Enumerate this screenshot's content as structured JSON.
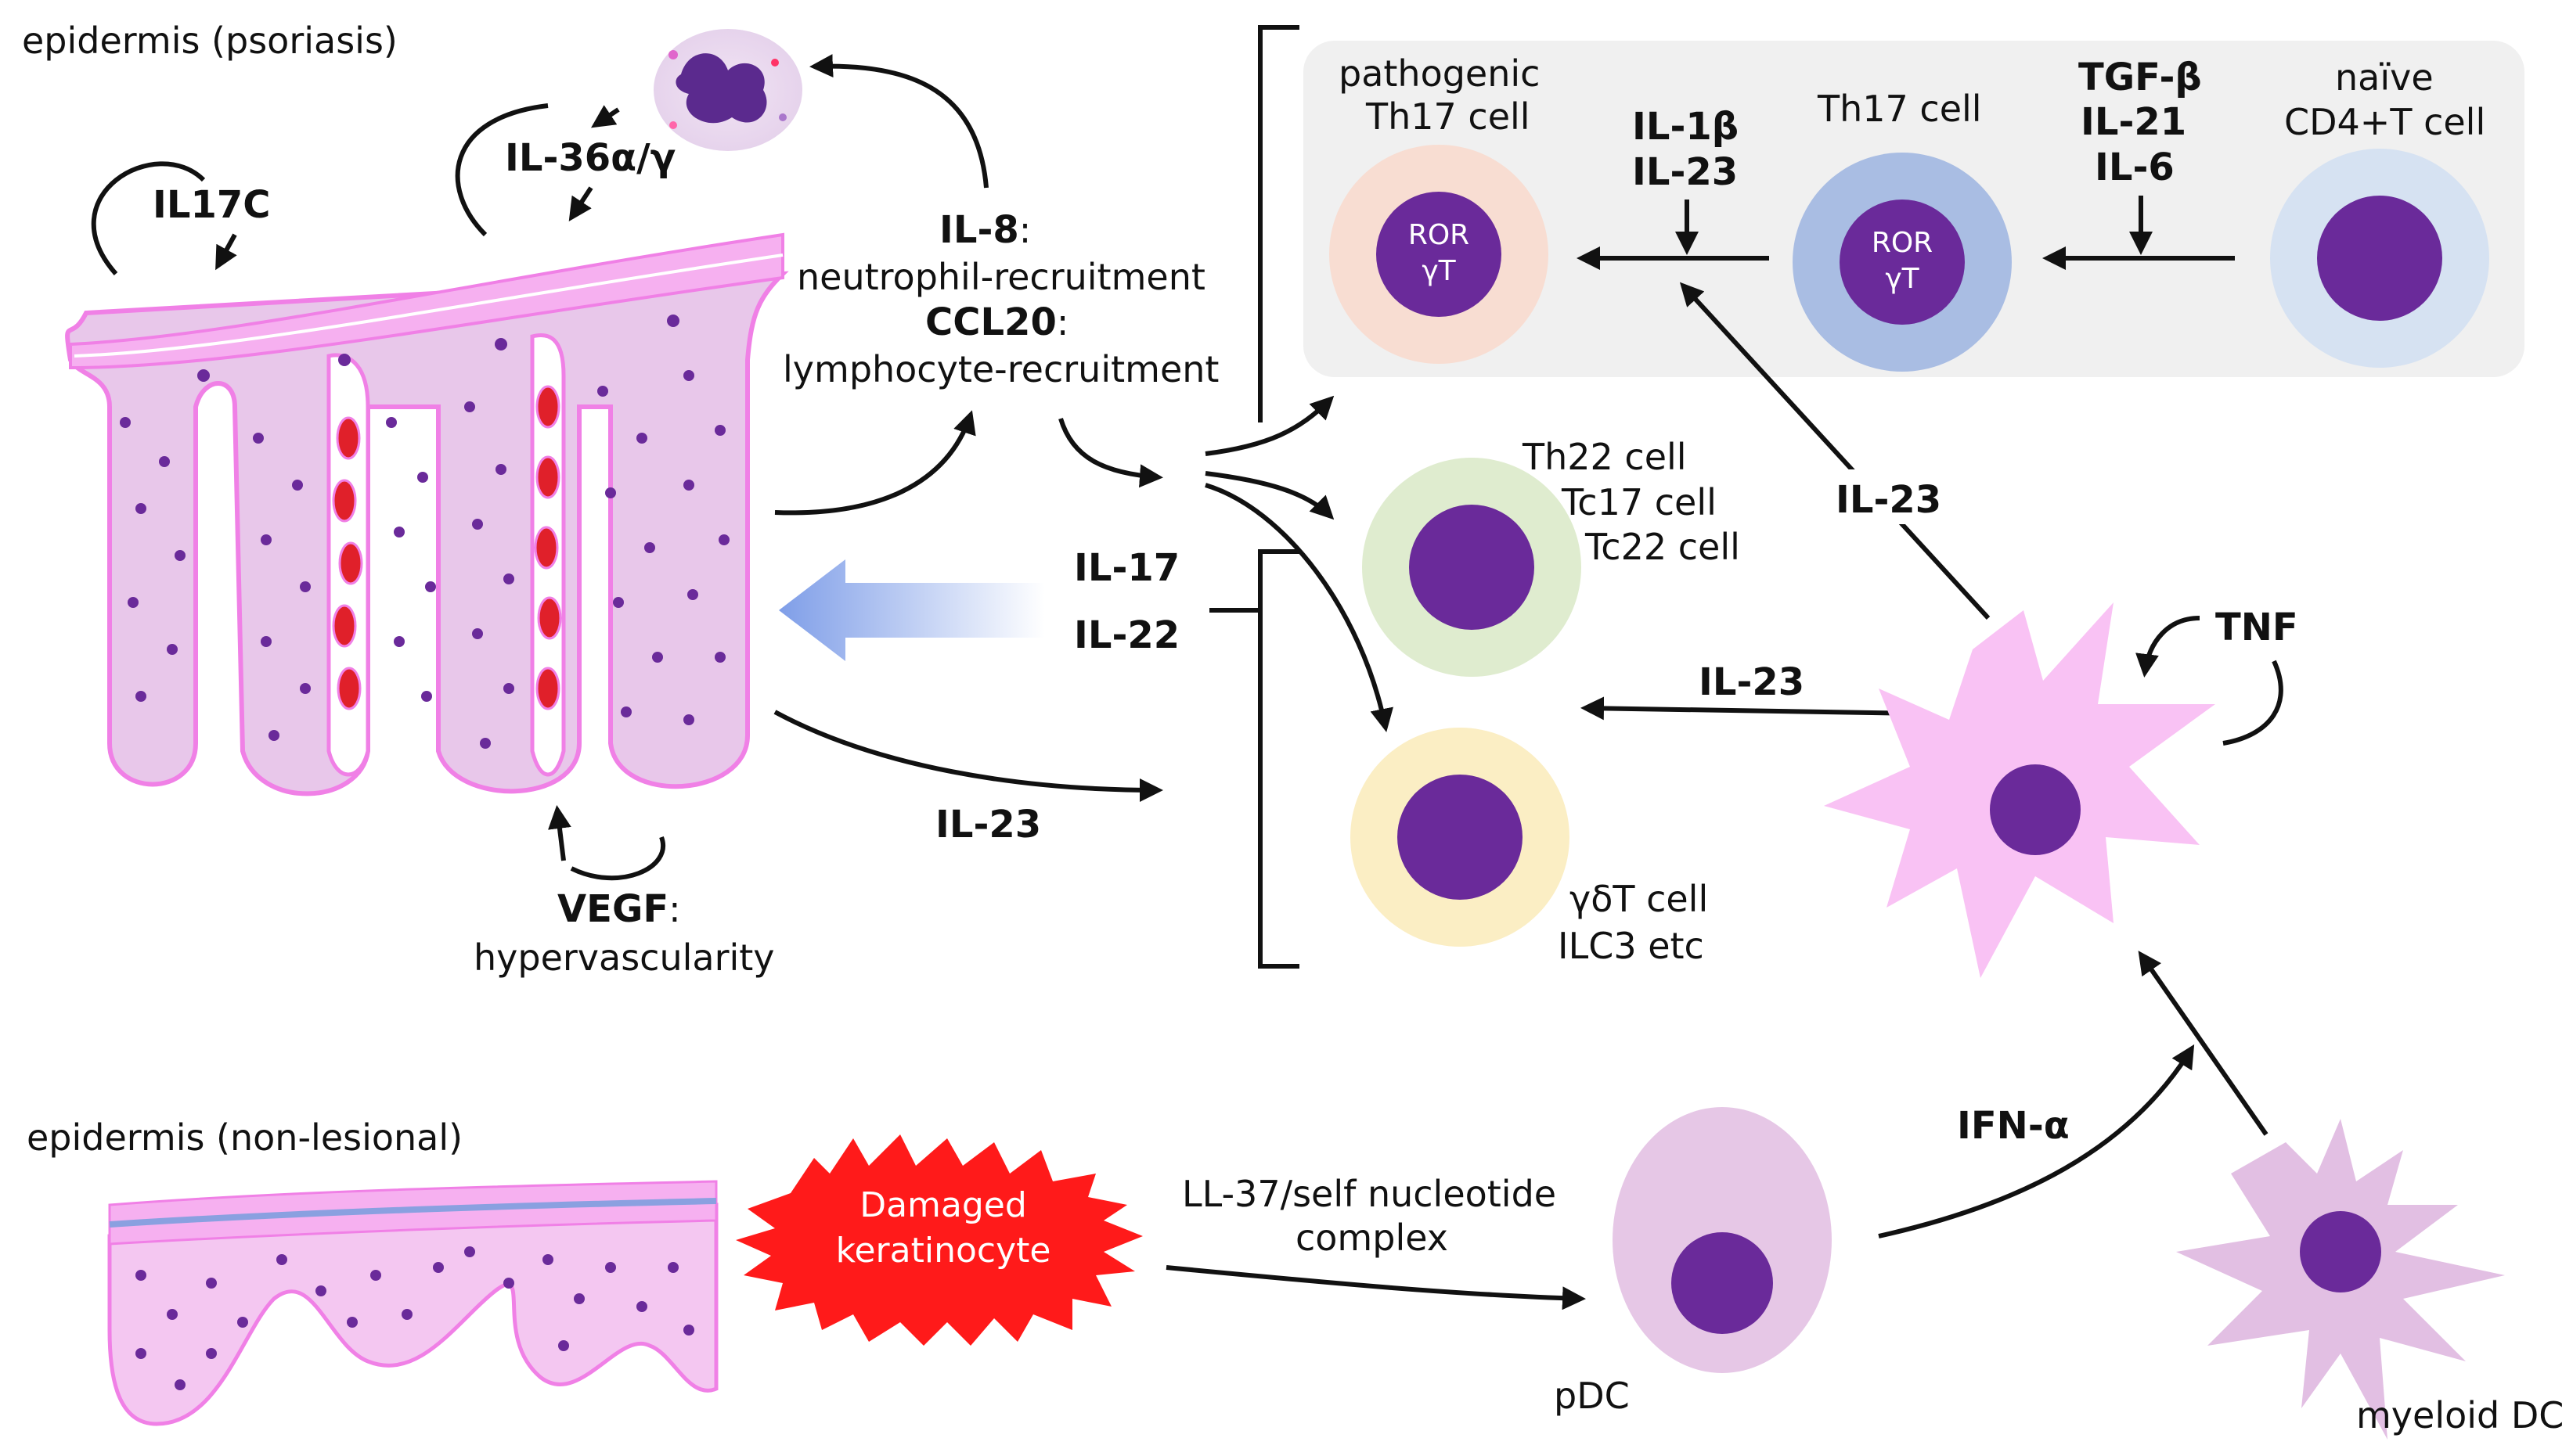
{
  "regions": {
    "psoriasis": "epidermis (psoriasis)",
    "non_lesional": "epidermis (non-lesional)"
  },
  "cytokines": {
    "il17c": "IL17C",
    "il36": "IL-36α/γ",
    "il8": "IL-8",
    "il8_desc": ":",
    "neutrophil": "neutrophil-recruitment",
    "ccl20": "CCL20",
    "ccl20_desc": ":",
    "lymphocyte": "lymphocyte-recruitment",
    "il17": "IL-17",
    "il22": "IL-22",
    "il23_left": "IL-23",
    "vegf": "VEGF",
    "vegf_desc": ":",
    "hypervascularity": "hypervascularity",
    "il1b": "IL-1β",
    "il23_top": "IL-23",
    "tgfb": "TGF-β",
    "il21": "IL-21",
    "il6": "IL-6",
    "il23_mid": "IL-23",
    "il23_dc": "IL-23",
    "tnf": "TNF",
    "ifna": "IFN-α",
    "ll37_1": "LL-37/self nucleotide",
    "ll37_2": "complex"
  },
  "cells": {
    "pathogenic_1": "pathogenic",
    "pathogenic_2": "Th17 cell",
    "th17": "Th17 cell",
    "naive_1": "naïve",
    "naive_2": "CD4+T cell",
    "ror_1": "ROR",
    "ror_2": "γT",
    "ror_3": "ROR",
    "ror_4": "γT",
    "th22": "Th22 cell",
    "tc17": "Tc17 cell",
    "tc22": "Tc22 cell",
    "gdt": "γδT cell",
    "ilc3": "ILC3 etc",
    "pdc": "pDC",
    "myeloid": "myeloid DC",
    "damaged_1": "Damaged",
    "damaged_2": "keratinocyte"
  },
  "colors": {
    "nucleus": "#6a2a9a",
    "skin_pink": "#f6b0f0",
    "damaged": "#ff1a1a",
    "pathogenic_ring": "#f8ddd2",
    "th17_ring": "#a9bde3",
    "naive_ring": "#d6e2f2",
    "th22_ring": "#dfeccf",
    "gdt_ring": "#fbeec4",
    "dc_pink": "#f9c2f4",
    "pdc_body": "#e6c7e6",
    "myeloid_body": "#e2bfe3"
  },
  "icons": {
    "neutrophil": "neutrophil-icon",
    "dendritic": "dendritic-cell-icon"
  }
}
